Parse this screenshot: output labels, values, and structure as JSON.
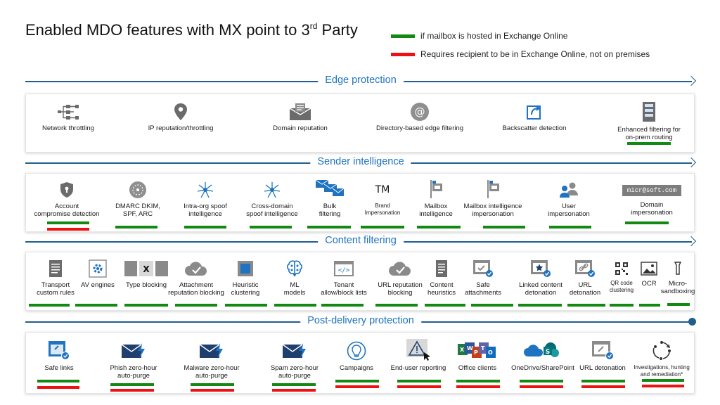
{
  "title": {
    "main": "Enabled MDO features with MX point to 3",
    "sup": "rd",
    "tail": " Party"
  },
  "legend": {
    "green_text": "if mailbox is hosted in Exchange Online",
    "red_text": "Requires recipient to be in Exchange Online, not on premises",
    "green_color": "#128a12",
    "red_color": "#ee1111"
  },
  "sections": {
    "edge": {
      "title": "Edge protection",
      "items": [
        {
          "label": "Network throttling",
          "icon": "network-icon",
          "marker": "none"
        },
        {
          "label": "IP reputation/throttling",
          "icon": "location-pin-icon",
          "marker": "none"
        },
        {
          "label": "Domain reputation",
          "icon": "mail-stack-icon",
          "marker": "none"
        },
        {
          "label": "Directory-based edge filtering",
          "icon": "at-sign-icon",
          "marker": "none"
        },
        {
          "label": "Backscatter detection",
          "icon": "share-icon",
          "marker": "none"
        },
        {
          "label": "Enhanced filtering for",
          "label2": "on-prem routing",
          "icon": "server-icon",
          "marker": "green"
        }
      ]
    },
    "sender": {
      "title": "Sender intelligence",
      "items": [
        {
          "label": "Account",
          "label2": "compromise detection",
          "icon": "shield-icon",
          "marker": "green+red"
        },
        {
          "label": "DMARC DKIM,",
          "label2": "SPF, ARC",
          "icon": "circle-dots-icon",
          "marker": "green"
        },
        {
          "label": "Intra-org spoof",
          "label2": "intelligence",
          "icon": "hub-icon",
          "marker": "green"
        },
        {
          "label": "Cross-domain",
          "label2": "spoof intelligence",
          "icon": "hub-icon",
          "marker": "green"
        },
        {
          "label": "Bulk",
          "label2": "filtering",
          "icon": "bulk-mail-icon",
          "marker": "green"
        },
        {
          "label": "Brand",
          "label2": "Impersonation",
          "icon": "tm-icon",
          "tm": "TM",
          "marker": "green"
        },
        {
          "label": "Mailbox",
          "label2": "intelligence",
          "icon": "mailbox-icon",
          "marker": "green"
        },
        {
          "label": "Mailbox intelligence",
          "label2": "impersonation",
          "icon": "mailbox-icon",
          "marker": "green"
        },
        {
          "label": "User",
          "label2": "impersonation",
          "icon": "users-icon",
          "marker": "green"
        },
        {
          "label": "Domain",
          "label2": "impersonation",
          "icon": "domain-box-icon",
          "box_text": "micr@soft.com",
          "marker": "green"
        }
      ]
    },
    "content": {
      "title": "Content filtering",
      "items": [
        {
          "label": "Transport",
          "label2": "custom rules",
          "icon": "document-icon",
          "marker": "green"
        },
        {
          "label": "AV engines",
          "icon": "gear-window-icon",
          "marker": "green"
        },
        {
          "label": "Type blocking",
          "icon": "file-types-icon",
          "x": "X",
          "marker": "green"
        },
        {
          "label": "Attachment",
          "label2": "reputation blocking",
          "icon": "cloud-check-icon",
          "marker": "green"
        },
        {
          "label": "Heuristic",
          "label2": "clustering",
          "icon": "cluster-square-icon",
          "marker": "green"
        },
        {
          "label": "ML",
          "label2": "models",
          "icon": "brain-icon",
          "marker": "green"
        },
        {
          "label": "Tenant",
          "label2": "allow/block lists",
          "icon": "code-window-icon",
          "marker": "green"
        },
        {
          "label": "URL reputation",
          "label2": "blocking",
          "icon": "cloud-check-icon",
          "marker": "green"
        },
        {
          "label": "Content",
          "label2": "heuristics",
          "icon": "document-icon",
          "marker": "green"
        },
        {
          "label": "Safe",
          "label2": "attachments",
          "icon": "safe-window-icon",
          "marker": "green"
        },
        {
          "label": "Linked content",
          "label2": "detonation",
          "icon": "star-window-icon",
          "marker": "green"
        },
        {
          "label": "URL",
          "label2": "detonation",
          "icon": "link-window-icon",
          "marker": "green"
        },
        {
          "label": "QR code",
          "label2": "clustering",
          "icon": "qr-code-icon",
          "marker": "green",
          "small": true
        },
        {
          "label": "OCR",
          "icon": "image-icon",
          "marker": "green"
        },
        {
          "label": "Micro-",
          "label2": "sandboxing",
          "icon": "sandbox-icon",
          "marker": "green"
        }
      ]
    },
    "post": {
      "title": "Post-delivery protection",
      "items": [
        {
          "label": "Safe links",
          "icon": "safe-links-icon",
          "marker": "green+red"
        },
        {
          "label": "Phish zero-hour",
          "label2": "auto-purge",
          "icon": "mail-bolt-icon",
          "marker": "green+red"
        },
        {
          "label": "Malware zero-hour",
          "label2": "auto-purge",
          "icon": "mail-bolt-icon",
          "marker": "green+red"
        },
        {
          "label": "Spam zero-hour",
          "label2": "auto-purge",
          "icon": "mail-bolt-icon",
          "marker": "green+red"
        },
        {
          "label": "Campaigns",
          "icon": "campaign-icon",
          "marker": "green+red"
        },
        {
          "label": "End-user reporting",
          "icon": "warning-icon",
          "marker": "green+red"
        },
        {
          "label": "Office clients",
          "icon": "office-apps-icon",
          "marker": "green+red"
        },
        {
          "label": "OneDrive/SharePoint",
          "icon": "cloud-apps-icon",
          "marker": "green+red"
        },
        {
          "label": "URL detonation",
          "icon": "link-window-icon",
          "marker": "green+red"
        },
        {
          "label": "Investigations, hunting",
          "label2": "and remediation*",
          "icon": "cycle-icon",
          "marker": "green+red",
          "small": true
        }
      ]
    }
  }
}
